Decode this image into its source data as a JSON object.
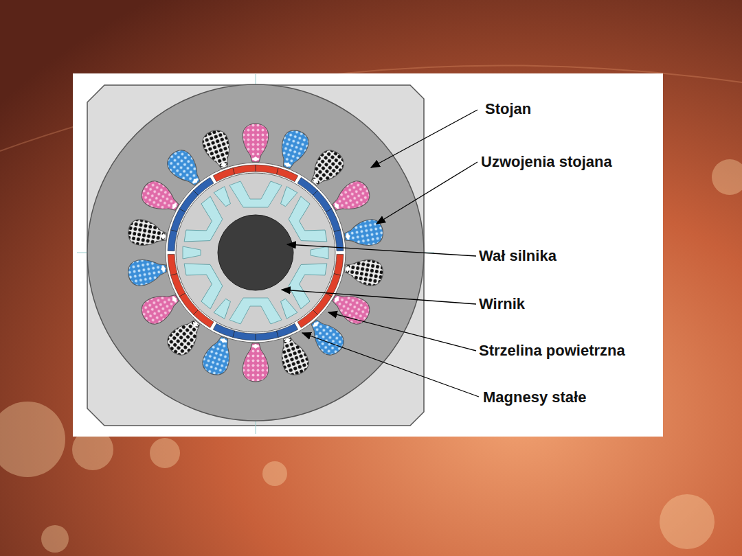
{
  "diagram": {
    "labels": [
      "Stojan",
      "Uzwojenia stojana",
      "Wał silnika",
      "Wirnik",
      "Strzelina powietrzna",
      "Magnesy stałe"
    ]
  }
}
